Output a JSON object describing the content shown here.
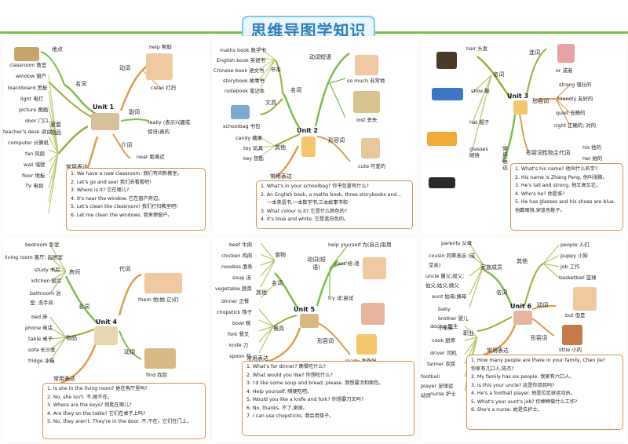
{
  "title": "思维导图学知识",
  "units": [
    {
      "name": "Unit 1",
      "categories": {
        "place": "地点",
        "verb": "动词",
        "noun": "名词",
        "furniture": "家套物品",
        "adverb": "副词",
        "prep": "介词",
        "phrases": "常用表达"
      },
      "place_words": [
        "classroom 教室"
      ],
      "items": [
        "window 窗户",
        "blackboard 黑板",
        "light 电灯",
        "picture 图画",
        "door 门口",
        "teacher's desk 讲台",
        "computer 计算机",
        "fan 风扇",
        "wall 墙壁",
        "floor 地板",
        "TV 电视"
      ],
      "verbs": [
        "help 帮助",
        "clean 打扫"
      ],
      "adverb": "really (表示兴趣或惊讶)真的",
      "prep": "near 距离近",
      "sentences": [
        "1. We have a new classroom. 我们有间新教室。",
        "2. Let's go and see! 我们去看看吧!",
        "3. Where is it? 它在哪儿?",
        "4. It's near the window. 它在窗户旁边。",
        "5. Let's clean the classroom! 我们打扫教室吧!",
        "6. Let me clean the windows. 我来擦窗户。"
      ]
    },
    {
      "name": "Unit 2",
      "categories": {
        "noun": "名词",
        "book": "书本",
        "stationery": "文具",
        "other": "其他",
        "verbphrase": "动词短语",
        "adj": "形容词",
        "phrases": "常用表达"
      },
      "books": [
        "maths book 数学书",
        "English book 英语书",
        "Chinese book 语文书",
        "storybook 故事书",
        "notebook 笔记本"
      ],
      "stationery": [
        "schoolbag 书包"
      ],
      "others": [
        "candy 糖果",
        "toy 玩具",
        "key 钥匙"
      ],
      "verbphrases": [
        "so much 非常地",
        "lost 丢失"
      ],
      "adj": "cute 可爱的",
      "sentences": [
        "1. What's in your schoolbag? 你书包里有什么?",
        "2. An English book, a maths book, three storybooks and...",
        "一本英语书,一本数学书,三本故事书和",
        "3. What colour is it? 它是什么颜色的?",
        "4. It's blue and white. 它是蓝白色的。"
      ]
    },
    {
      "name": "Unit 3",
      "categories": {
        "noun": "名词",
        "conj": "连词",
        "adj": "形容词",
        "possessive": "形容词性物主代词",
        "phrases": "常用表达"
      },
      "nouns": [
        "hair 头发",
        "shoe 鞋",
        "hat 帽子",
        "glasses 眼镜"
      ],
      "conj": "or 或者",
      "adjs": [
        "strong 强壮的",
        "friendly 友好的",
        "quiet 安静的",
        "right 正确的; 对的"
      ],
      "possessives": [
        "his 他的",
        "her 她的"
      ],
      "sentences": [
        "1. What's his name? 他叫什么名字?",
        "2. His name is Zhang Peng. 他叫张鹏。",
        "3. He's tall and strong. 他又高又壮。",
        "4. Who's he? 他是谁?",
        "5. He has glasses and his shoes are blue.",
        "他戴眼镜,穿蓝色鞋子。"
      ]
    },
    {
      "name": "Unit 4",
      "categories": {
        "noun": "名词",
        "room": "房间",
        "furniture": "物品",
        "pronoun": "代词",
        "verb": "动词",
        "phrases": "常用表达"
      },
      "rooms": [
        "bedroom 卧室",
        "living room 客厅; 起居室",
        "study 书房",
        "kitchen 厨房",
        "bathroom 浴室; 洗手间"
      ],
      "furniture": [
        "bed 床",
        "phone 电话",
        "table 桌子",
        "sofa 长沙发",
        "fridge 冰箱"
      ],
      "pronoun": "them 他(她,它)们",
      "verb": "find 找到",
      "sentences": [
        "1. Is she in the living room? 她在客厅里吗?",
        "2. No, she isn't. 不,她不在。",
        "3. Where are the keys? 钥匙在哪儿?",
        "4. Are they on the table? 它们在桌子上吗?",
        "5. No, they aren't. They're in the door. 不,不在。它们在门上。"
      ]
    },
    {
      "name": "Unit 5",
      "categories": {
        "noun": "名词",
        "food": "食物",
        "other": "其他",
        "tableware": "餐具",
        "verb": "动词(短语)",
        "adj": "形容词",
        "phrases": "常用表达"
      },
      "food": [
        "beef 牛肉",
        "chicken 鸡肉",
        "noodles 面条",
        "soup 汤",
        "vegetable 蔬菜"
      ],
      "others": [
        "dinner 正餐"
      ],
      "tableware": [
        "chopstick 筷子",
        "bowl 碗",
        "fork 餐叉",
        "knife 刀",
        "spoon 勺"
      ],
      "verbs": [
        "help yourself 为(自己)取用",
        "pass 给;递",
        "try 试;尝试"
      ],
      "adj": "ready 准备好",
      "sentences": [
        "1. What's for dinner? 晚餐吃什么?",
        "2. What would you like? 你想吃什么?",
        "3. I'd like some soup and bread, please. 我想要汤和面包。",
        "4. Help yourself. 随便吃吧。",
        "5. Would you like a knife and fork? 你想要刀叉吗?",
        "6. No, thanks. 不了,谢谢。",
        "7. I can use chopsticks. 我会用筷子。"
      ]
    },
    {
      "name": "Unit 6",
      "categories": {
        "noun": "名词",
        "family": "家族成员",
        "other": "其他",
        "job": "职业",
        "adj": "形容词",
        "verb": "动词",
        "phrases": "常用表达"
      },
      "family": [
        "parents 父母",
        "cousin 同辈表亲 (或堂亲)",
        "uncle 舅父;叔父; 伯父;姑父;姨父",
        "aunt 姑母;姨母",
        "baby brother 婴儿小弟弟"
      ],
      "others": [
        "people 人们",
        "puppy 小狗",
        "job 工作",
        "basketball 篮球"
      ],
      "jobs": [
        "doctor 医生",
        "cook 厨师",
        "driver 司机",
        "farmer 农民",
        "football player 足球运动员",
        "nurse 护士"
      ],
      "verb": "but 但是",
      "adj": "little 小的",
      "sentences": [
        "1. How many people are there in your family, Chen Jie?",
        "你家有几口人,陈杰?",
        "2. My family has six people. 我家有六口人。",
        "3. Is this your uncle? 这是你叔叔吗?",
        "4. He's a football player. 他是位足球运动员。",
        "5. What's your aunt's job? 你婶婶做什么工作?",
        "6. She's a nurse. 她是位护士。"
      ]
    }
  ],
  "colors": {
    "green": "#7bbf4a",
    "orange": "#e39a4f",
    "olive": "#9aae3a",
    "blue": "#2e7fb8"
  }
}
